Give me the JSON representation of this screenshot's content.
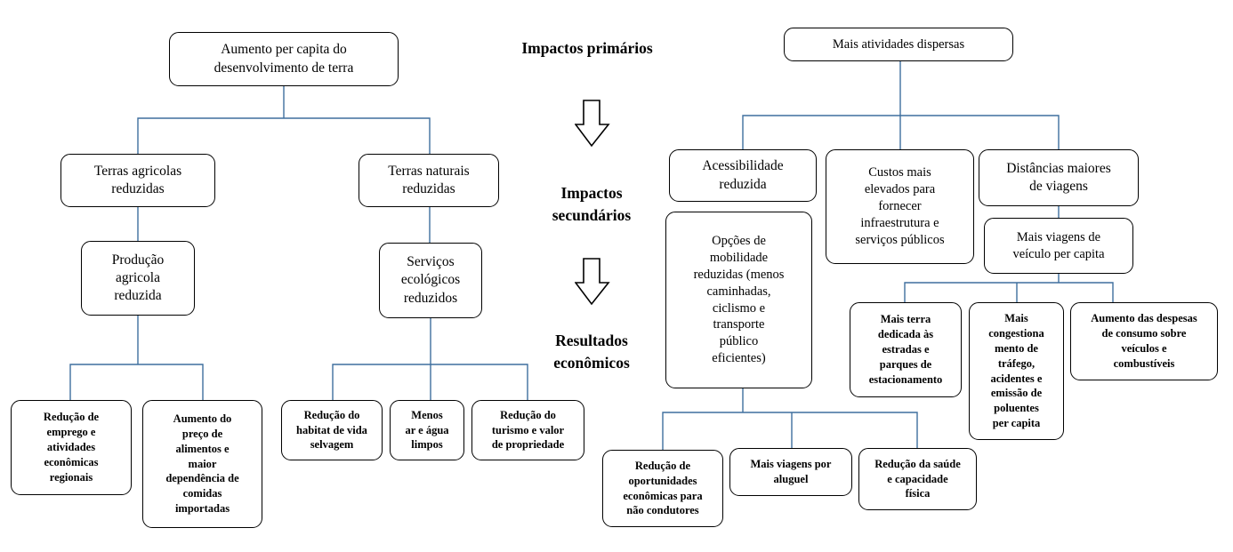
{
  "headings": {
    "primary": "Impactos primários",
    "secondary": "Impactos\nsecundários",
    "results": "Resultados\neconômicos"
  },
  "left": {
    "root": "Aumento per capita do\ndesenvolvimento  de terra",
    "agri_land": "Terras agricolas\nreduzidas",
    "nat_land": "Terras naturais\nreduzidas",
    "agri_prod": "Produção\nagricola\nreduzida",
    "eco_services": "Serviços\necológicos\nreduzidos",
    "emp_reduction": "Redução de\nemprego e\natividades\neconômicas\nregionais",
    "food_price": "Aumento do\npreço de\nalimentos e\nmaior\ndependência de\ncomidas\nimportadas",
    "habitat": "Redução do\nhabitat de vida\nselvagem",
    "air_water": "Menos\nar e água\nlimpos",
    "tourism": "Redução do\nturismo e valor\nde propriedade"
  },
  "right": {
    "root": "Mais atividades  dispersas",
    "access": "Acessibilidade\nreduzida",
    "costs": "Custos mais\nelevados para\nfornecer\ninfraestrutura  e\nserviços públicos",
    "distances": "Distâncias  maiores\nde viagens",
    "mobility": "Opções de\nmobilidade\nreduzidas  (menos\ncaminhadas,\nciclismo  e\ntransporte\npúblico\neficientes)",
    "vehicle_trips": "Mais viagens  de\nveículo  per capita",
    "more_land": "Mais terra\ndedicada às\nestradas e\nparques de\nestacionamento",
    "congestion": "Mais\ncongestiona\nmento de\ntráfego,\nacidentes e\nemissão de\npoluentes\nper capita",
    "consumer_costs": "Aumento das despesas\nde consumo sobre\nveículos e\ncombustíveis",
    "non_drivers": "Redução de\noportunidades\neconômicas para\nnão condutores",
    "rental": "Mais viagens por\naluguel",
    "health": "Redução da saúde\ne capacidade\nfísica"
  },
  "colors": {
    "connector": "#3e6f9e",
    "border": "#000000",
    "arrow": "#000000"
  }
}
